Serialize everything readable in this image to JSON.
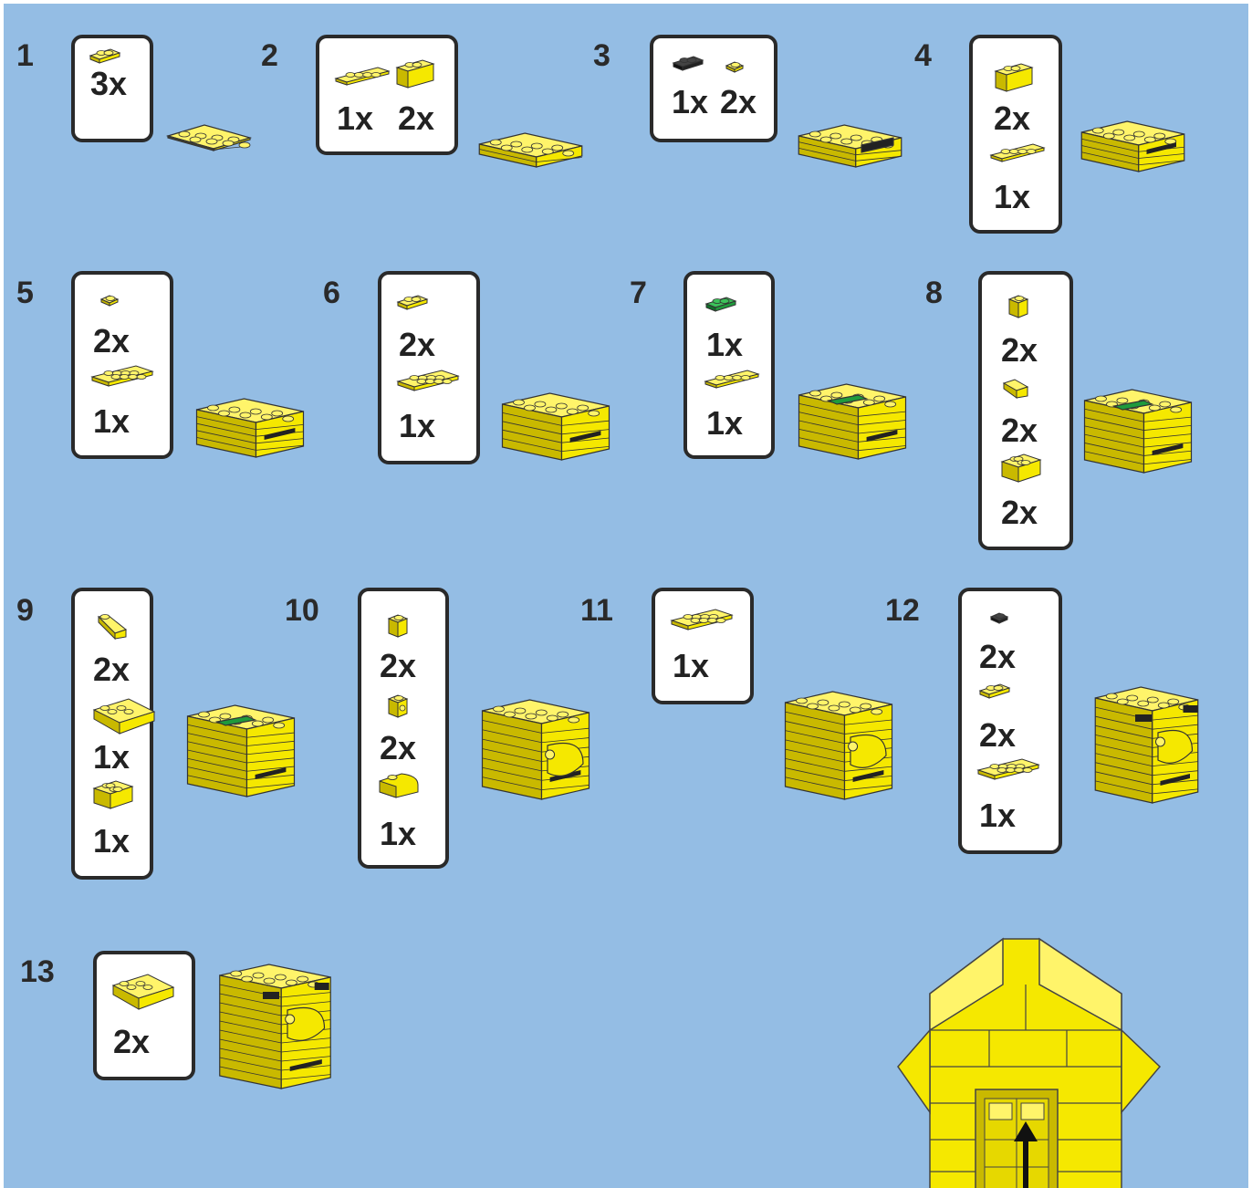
{
  "colors": {
    "background": "#94bde4",
    "brick_yellow": "#f5e800",
    "brick_yellow_dark": "#c9b900",
    "brick_black": "#222222",
    "brick_green": "#1f9a3c",
    "box_border": "#2a2a2a"
  },
  "steps": [
    {
      "number": "1",
      "parts": [
        {
          "icon": "plate-1x2-icon",
          "color": "yellow",
          "qty": "3x"
        }
      ]
    },
    {
      "number": "2",
      "parts": [
        {
          "icon": "plate-1x4-icon",
          "color": "yellow",
          "qty": "1x"
        },
        {
          "icon": "brick-1x2-icon",
          "color": "yellow",
          "qty": "2x"
        }
      ]
    },
    {
      "number": "3",
      "parts": [
        {
          "icon": "plate-1x2-icon",
          "color": "black",
          "qty": "1x"
        },
        {
          "icon": "plate-1x1-icon",
          "color": "yellow",
          "qty": "2x"
        }
      ]
    },
    {
      "number": "4",
      "parts": [
        {
          "icon": "brick-1x2-icon",
          "color": "yellow",
          "qty": "2x"
        },
        {
          "icon": "plate-1x4-icon",
          "color": "yellow",
          "qty": "1x"
        }
      ]
    },
    {
      "number": "5",
      "parts": [
        {
          "icon": "plate-1x1-icon",
          "color": "yellow",
          "qty": "2x"
        },
        {
          "icon": "plate-2x4-icon",
          "color": "yellow",
          "qty": "1x"
        }
      ]
    },
    {
      "number": "6",
      "parts": [
        {
          "icon": "plate-1x2-icon",
          "color": "yellow",
          "qty": "2x"
        },
        {
          "icon": "plate-2x4-icon",
          "color": "yellow",
          "qty": "1x"
        }
      ]
    },
    {
      "number": "7",
      "parts": [
        {
          "icon": "plate-1x2-icon",
          "color": "green",
          "qty": "1x"
        },
        {
          "icon": "plate-1x4-icon",
          "color": "yellow",
          "qty": "1x"
        }
      ]
    },
    {
      "number": "8",
      "parts": [
        {
          "icon": "brick-1x1-icon",
          "color": "yellow",
          "qty": "2x"
        },
        {
          "icon": "slope-1x1-icon",
          "color": "yellow",
          "qty": "2x"
        },
        {
          "icon": "brick-2x2-icon",
          "color": "yellow",
          "qty": "2x"
        }
      ]
    },
    {
      "number": "9",
      "parts": [
        {
          "icon": "slope-1x2-icon",
          "color": "yellow",
          "qty": "2x"
        },
        {
          "icon": "slope-2x2-icon",
          "color": "yellow",
          "qty": "1x"
        },
        {
          "icon": "brick-2x2-icon",
          "color": "yellow",
          "qty": "1x"
        }
      ]
    },
    {
      "number": "10",
      "parts": [
        {
          "icon": "brick-1x1-icon",
          "color": "yellow",
          "qty": "2x"
        },
        {
          "icon": "brick-1x1-stud-icon",
          "color": "yellow",
          "qty": "2x"
        },
        {
          "icon": "curved-slope-2x2-icon",
          "color": "yellow",
          "qty": "1x"
        }
      ]
    },
    {
      "number": "11",
      "parts": [
        {
          "icon": "plate-2x4-icon",
          "color": "yellow",
          "qty": "1x"
        }
      ]
    },
    {
      "number": "12",
      "parts": [
        {
          "icon": "plate-1x1-icon",
          "color": "black",
          "qty": "2x"
        },
        {
          "icon": "plate-1x2-icon",
          "color": "yellow",
          "qty": "2x"
        },
        {
          "icon": "plate-2x4-icon",
          "color": "yellow",
          "qty": "1x"
        }
      ]
    },
    {
      "number": "13",
      "parts": [
        {
          "icon": "slope-2x2-icon",
          "color": "yellow",
          "qty": "2x"
        }
      ]
    }
  ],
  "detail_view": {
    "icon": "arrow-up-icon"
  }
}
